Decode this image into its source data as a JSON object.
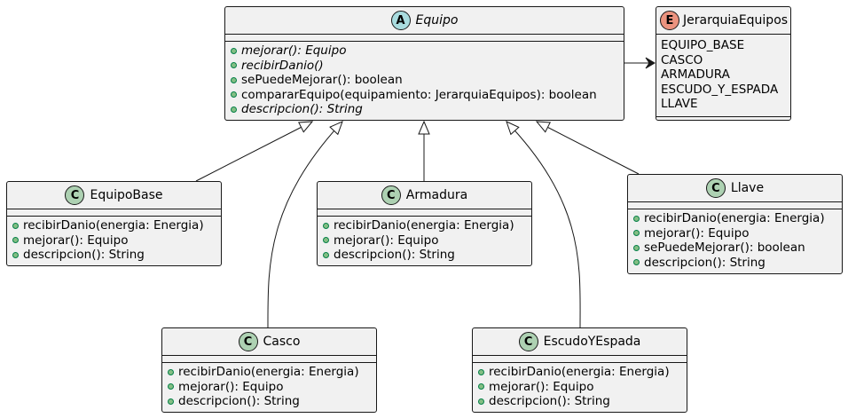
{
  "diagram": {
    "classes": [
      {
        "id": "equipo",
        "name": "Equipo",
        "stereotype_letter": "A",
        "kind": "abstract",
        "members": [
          {
            "text": "mejorar(): Equipo",
            "abstract": true
          },
          {
            "text": "recibirDanio()",
            "abstract": true
          },
          {
            "text": "sePuedeMejorar(): boolean",
            "abstract": false
          },
          {
            "text": "compararEquipo(equipamiento: JerarquiaEquipos): boolean",
            "abstract": false
          },
          {
            "text": "descripcion(): String",
            "abstract": true
          }
        ]
      },
      {
        "id": "jerarquia",
        "name": "JerarquiaEquipos",
        "stereotype_letter": "E",
        "kind": "enum",
        "literals": [
          "EQUIPO_BASE",
          "CASCO",
          "ARMADURA",
          "ESCUDO_Y_ESPADA",
          "LLAVE"
        ]
      },
      {
        "id": "equipobase",
        "name": "EquipoBase",
        "stereotype_letter": "C",
        "kind": "class",
        "members": [
          {
            "text": "recibirDanio(energia: Energia)",
            "abstract": false
          },
          {
            "text": "mejorar(): Equipo",
            "abstract": false
          },
          {
            "text": "descripcion(): String",
            "abstract": false
          }
        ]
      },
      {
        "id": "armadura",
        "name": "Armadura",
        "stereotype_letter": "C",
        "kind": "class",
        "members": [
          {
            "text": "recibirDanio(energia: Energia)",
            "abstract": false
          },
          {
            "text": "mejorar(): Equipo",
            "abstract": false
          },
          {
            "text": "descripcion(): String",
            "abstract": false
          }
        ]
      },
      {
        "id": "llave",
        "name": "Llave",
        "stereotype_letter": "C",
        "kind": "class",
        "members": [
          {
            "text": "recibirDanio(energia: Energia)",
            "abstract": false
          },
          {
            "text": "mejorar(): Equipo",
            "abstract": false
          },
          {
            "text": "sePuedeMejorar(): boolean",
            "abstract": false
          },
          {
            "text": "descripcion(): String",
            "abstract": false
          }
        ]
      },
      {
        "id": "casco",
        "name": "Casco",
        "stereotype_letter": "C",
        "kind": "class",
        "members": [
          {
            "text": "recibirDanio(energia: Energia)",
            "abstract": false
          },
          {
            "text": "mejorar(): Equipo",
            "abstract": false
          },
          {
            "text": "descripcion(): String",
            "abstract": false
          }
        ]
      },
      {
        "id": "escudo",
        "name": "EscudoYEspada",
        "stereotype_letter": "C",
        "kind": "class",
        "members": [
          {
            "text": "recibirDanio(energia: Energia)",
            "abstract": false
          },
          {
            "text": "mejorar(): Equipo",
            "abstract": false
          },
          {
            "text": "descripcion(): String",
            "abstract": false
          }
        ]
      }
    ],
    "relations": [
      {
        "from": "equipo",
        "to": "jerarquia",
        "type": "association"
      },
      {
        "from": "equipobase",
        "to": "equipo",
        "type": "inheritance"
      },
      {
        "from": "casco",
        "to": "equipo",
        "type": "inheritance"
      },
      {
        "from": "armadura",
        "to": "equipo",
        "type": "inheritance"
      },
      {
        "from": "escudo",
        "to": "equipo",
        "type": "inheritance"
      },
      {
        "from": "llave",
        "to": "equipo",
        "type": "inheritance"
      }
    ],
    "colors": {
      "class_fill": "#f1f1f1",
      "border": "#181818",
      "class_badge": "#add1b2",
      "abstract_badge": "#a9dcdf",
      "enum_badge": "#eb937f",
      "public_dot": "#84be84"
    }
  }
}
